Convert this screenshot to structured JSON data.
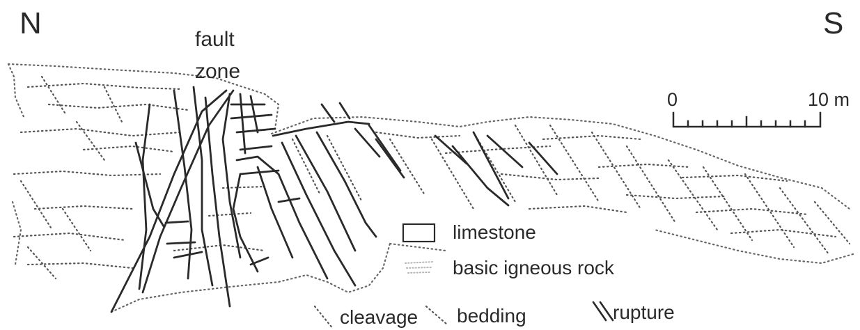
{
  "orientation": {
    "left": "N",
    "right": "S"
  },
  "fault_label": {
    "line1": "fault",
    "line2": "zone"
  },
  "scale_bar": {
    "start": "0",
    "end": "10 m"
  },
  "legend": {
    "limestone": "limestone",
    "igneous": "basic igneous rock",
    "cleavage": "cleavage",
    "bedding": "bedding",
    "rupture": "rupture"
  },
  "colors": {
    "ink": "#2a2a2a",
    "dotted": "#555555",
    "igneous_dots": "#b5b5b5",
    "background": "#ffffff"
  }
}
